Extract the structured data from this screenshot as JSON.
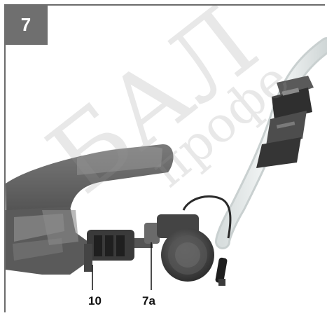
{
  "figure": {
    "number": "7",
    "callouts": [
      {
        "id": "10",
        "label": "10"
      },
      {
        "id": "7a",
        "label": "7a"
      }
    ],
    "watermark_large": "БАЛ",
    "watermark_small": "профе"
  },
  "colors": {
    "badge": "#6f6f6f",
    "frame": "#6b6b6b",
    "hose": "#e8ecec",
    "body_dark": "#4a4a4a",
    "body_mid": "#6d6d6d"
  }
}
